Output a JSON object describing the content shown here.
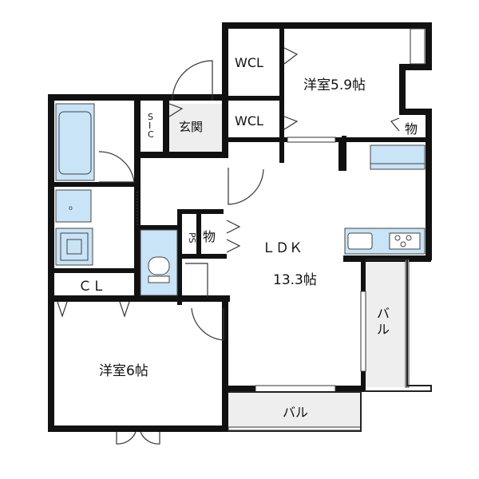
{
  "rooms": {
    "western_room_a": "洋室5.9帖",
    "western_room_b": "洋室6帖",
    "ldk": "ＬＤＫ",
    "ldk_size": "13.3帖",
    "entrance": "玄関",
    "wcl_upper": "WCL",
    "wcl_lower": "WCL",
    "storage_a": "物",
    "storage_b": "物",
    "shoe_closet": "S\nI\nC",
    "closet": "ＣＬ",
    "pipe_space": "PS",
    "balcony_side": "バル",
    "balcony_bottom": "バル"
  },
  "colors": {
    "wall": "#111111",
    "fixture_fill": "#c9e3f7",
    "fixture_stroke": "#444444",
    "entrance_floor": "#eeeeee",
    "balcony_floor": "#eeeeee",
    "door": "#333333"
  },
  "icons": {
    "bathtub": "bathtub-icon",
    "washbasin": "washbasin-icon",
    "washing_machine": "washing-machine-icon",
    "toilet": "toilet-icon",
    "kitchen_counter": "kitchen-counter-icon",
    "stove": "gas-stove-icon",
    "sink": "kitchen-sink-icon",
    "fridge_space": "refrigerator-space-icon"
  }
}
